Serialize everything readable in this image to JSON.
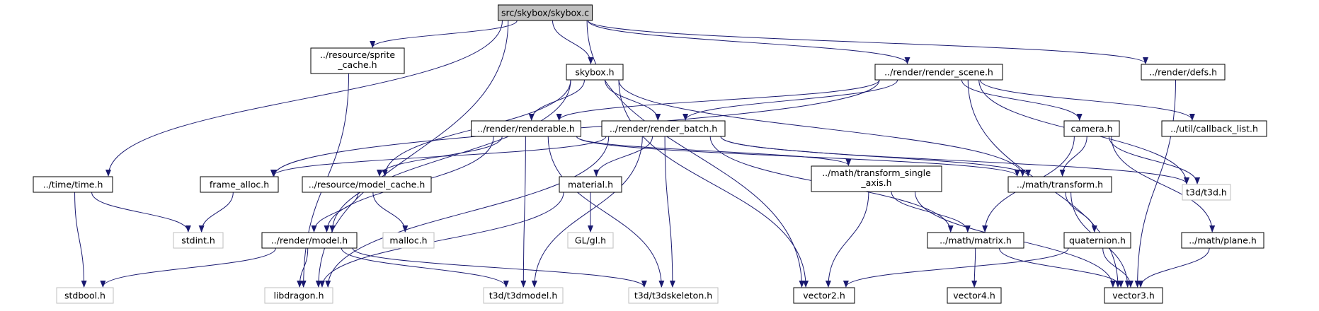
{
  "colors": {
    "edge": "#191970",
    "node_border": "#000000",
    "node_border_external": "#bfbfbf",
    "root_fill": "#bfbfbf",
    "node_fill": "#ffffff",
    "text": "#000000"
  },
  "nodes": [
    {
      "id": "root",
      "lines": [
        "src/skybox/skybox.c"
      ],
      "kind": "root"
    },
    {
      "id": "sprite_cache",
      "lines": [
        "../resource/sprite",
        "_cache.h"
      ],
      "kind": "local"
    },
    {
      "id": "skybox_h",
      "lines": [
        "skybox.h"
      ],
      "kind": "local"
    },
    {
      "id": "render_scene",
      "lines": [
        "../render/render_scene.h"
      ],
      "kind": "local"
    },
    {
      "id": "defs",
      "lines": [
        "../render/defs.h"
      ],
      "kind": "local"
    },
    {
      "id": "renderable",
      "lines": [
        "../render/renderable.h"
      ],
      "kind": "local"
    },
    {
      "id": "render_batch",
      "lines": [
        "../render/render_batch.h"
      ],
      "kind": "local"
    },
    {
      "id": "camera",
      "lines": [
        "camera.h"
      ],
      "kind": "local"
    },
    {
      "id": "callback_list",
      "lines": [
        "../util/callback_list.h"
      ],
      "kind": "local"
    },
    {
      "id": "time",
      "lines": [
        "../time/time.h"
      ],
      "kind": "local"
    },
    {
      "id": "frame_alloc",
      "lines": [
        "frame_alloc.h"
      ],
      "kind": "local"
    },
    {
      "id": "model_cache",
      "lines": [
        "../resource/model_cache.h"
      ],
      "kind": "local"
    },
    {
      "id": "material",
      "lines": [
        "material.h"
      ],
      "kind": "local"
    },
    {
      "id": "transform_single",
      "lines": [
        "../math/transform_single",
        "_axis.h"
      ],
      "kind": "local"
    },
    {
      "id": "transform",
      "lines": [
        "../math/transform.h"
      ],
      "kind": "local"
    },
    {
      "id": "t3d",
      "lines": [
        "t3d/t3d.h"
      ],
      "kind": "external"
    },
    {
      "id": "stdint",
      "lines": [
        "stdint.h"
      ],
      "kind": "external"
    },
    {
      "id": "render_model",
      "lines": [
        "../render/model.h"
      ],
      "kind": "local"
    },
    {
      "id": "malloc",
      "lines": [
        "malloc.h"
      ],
      "kind": "external"
    },
    {
      "id": "gl",
      "lines": [
        "GL/gl.h"
      ],
      "kind": "external"
    },
    {
      "id": "matrix",
      "lines": [
        "../math/matrix.h"
      ],
      "kind": "local"
    },
    {
      "id": "quaternion",
      "lines": [
        "quaternion.h"
      ],
      "kind": "local"
    },
    {
      "id": "plane",
      "lines": [
        "../math/plane.h"
      ],
      "kind": "local"
    },
    {
      "id": "stdbool",
      "lines": [
        "stdbool.h"
      ],
      "kind": "external"
    },
    {
      "id": "libdragon",
      "lines": [
        "libdragon.h"
      ],
      "kind": "external"
    },
    {
      "id": "t3dmodel",
      "lines": [
        "t3d/t3dmodel.h"
      ],
      "kind": "external"
    },
    {
      "id": "t3dskeleton",
      "lines": [
        "t3d/t3dskeleton.h"
      ],
      "kind": "external"
    },
    {
      "id": "vector2",
      "lines": [
        "vector2.h"
      ],
      "kind": "local"
    },
    {
      "id": "vector4",
      "lines": [
        "vector4.h"
      ],
      "kind": "local"
    },
    {
      "id": "vector3",
      "lines": [
        "vector3.h"
      ],
      "kind": "local"
    }
  ],
  "edges": [
    [
      "root",
      "sprite_cache"
    ],
    [
      "root",
      "skybox_h"
    ],
    [
      "root",
      "render_scene"
    ],
    [
      "root",
      "defs"
    ],
    [
      "root",
      "time"
    ],
    [
      "root",
      "libdragon"
    ],
    [
      "root",
      "vector2"
    ],
    [
      "sprite_cache",
      "libdragon"
    ],
    [
      "skybox_h",
      "renderable"
    ],
    [
      "skybox_h",
      "render_batch"
    ],
    [
      "skybox_h",
      "model_cache"
    ],
    [
      "skybox_h",
      "render_model"
    ],
    [
      "skybox_h",
      "vector2"
    ],
    [
      "skybox_h",
      "transform"
    ],
    [
      "render_scene",
      "camera"
    ],
    [
      "render_scene",
      "callback_list"
    ],
    [
      "render_scene",
      "renderable"
    ],
    [
      "render_scene",
      "render_batch"
    ],
    [
      "render_scene",
      "frame_alloc"
    ],
    [
      "render_scene",
      "t3d"
    ],
    [
      "render_scene",
      "vector3"
    ],
    [
      "defs",
      "vector3"
    ],
    [
      "renderable",
      "model_cache"
    ],
    [
      "renderable",
      "render_model"
    ],
    [
      "renderable",
      "transform"
    ],
    [
      "renderable",
      "transform_single"
    ],
    [
      "renderable",
      "t3dmodel"
    ],
    [
      "renderable",
      "t3dskeleton"
    ],
    [
      "render_batch",
      "frame_alloc"
    ],
    [
      "render_batch",
      "material"
    ],
    [
      "render_batch",
      "transform"
    ],
    [
      "render_batch",
      "matrix"
    ],
    [
      "render_batch",
      "t3d"
    ],
    [
      "render_batch",
      "libdragon"
    ],
    [
      "render_batch",
      "t3dmodel"
    ],
    [
      "render_batch",
      "t3dskeleton"
    ],
    [
      "camera",
      "transform"
    ],
    [
      "camera",
      "t3d"
    ],
    [
      "camera",
      "matrix"
    ],
    [
      "camera",
      "plane"
    ],
    [
      "time",
      "stdint"
    ],
    [
      "time",
      "stdbool"
    ],
    [
      "frame_alloc",
      "stdint"
    ],
    [
      "model_cache",
      "render_model"
    ],
    [
      "model_cache",
      "malloc"
    ],
    [
      "material",
      "gl"
    ],
    [
      "material",
      "libdragon"
    ],
    [
      "transform_single",
      "matrix"
    ],
    [
      "transform_single",
      "vector2"
    ],
    [
      "transform_single",
      "vector3"
    ],
    [
      "transform",
      "quaternion"
    ],
    [
      "transform",
      "vector3"
    ],
    [
      "render_model",
      "stdbool"
    ],
    [
      "render_model",
      "libdragon"
    ],
    [
      "render_model",
      "t3dmodel"
    ],
    [
      "render_model",
      "t3dskeleton"
    ],
    [
      "matrix",
      "vector4"
    ],
    [
      "matrix",
      "vector3"
    ],
    [
      "quaternion",
      "vector2"
    ],
    [
      "quaternion",
      "vector3"
    ],
    [
      "plane",
      "vector3"
    ]
  ]
}
